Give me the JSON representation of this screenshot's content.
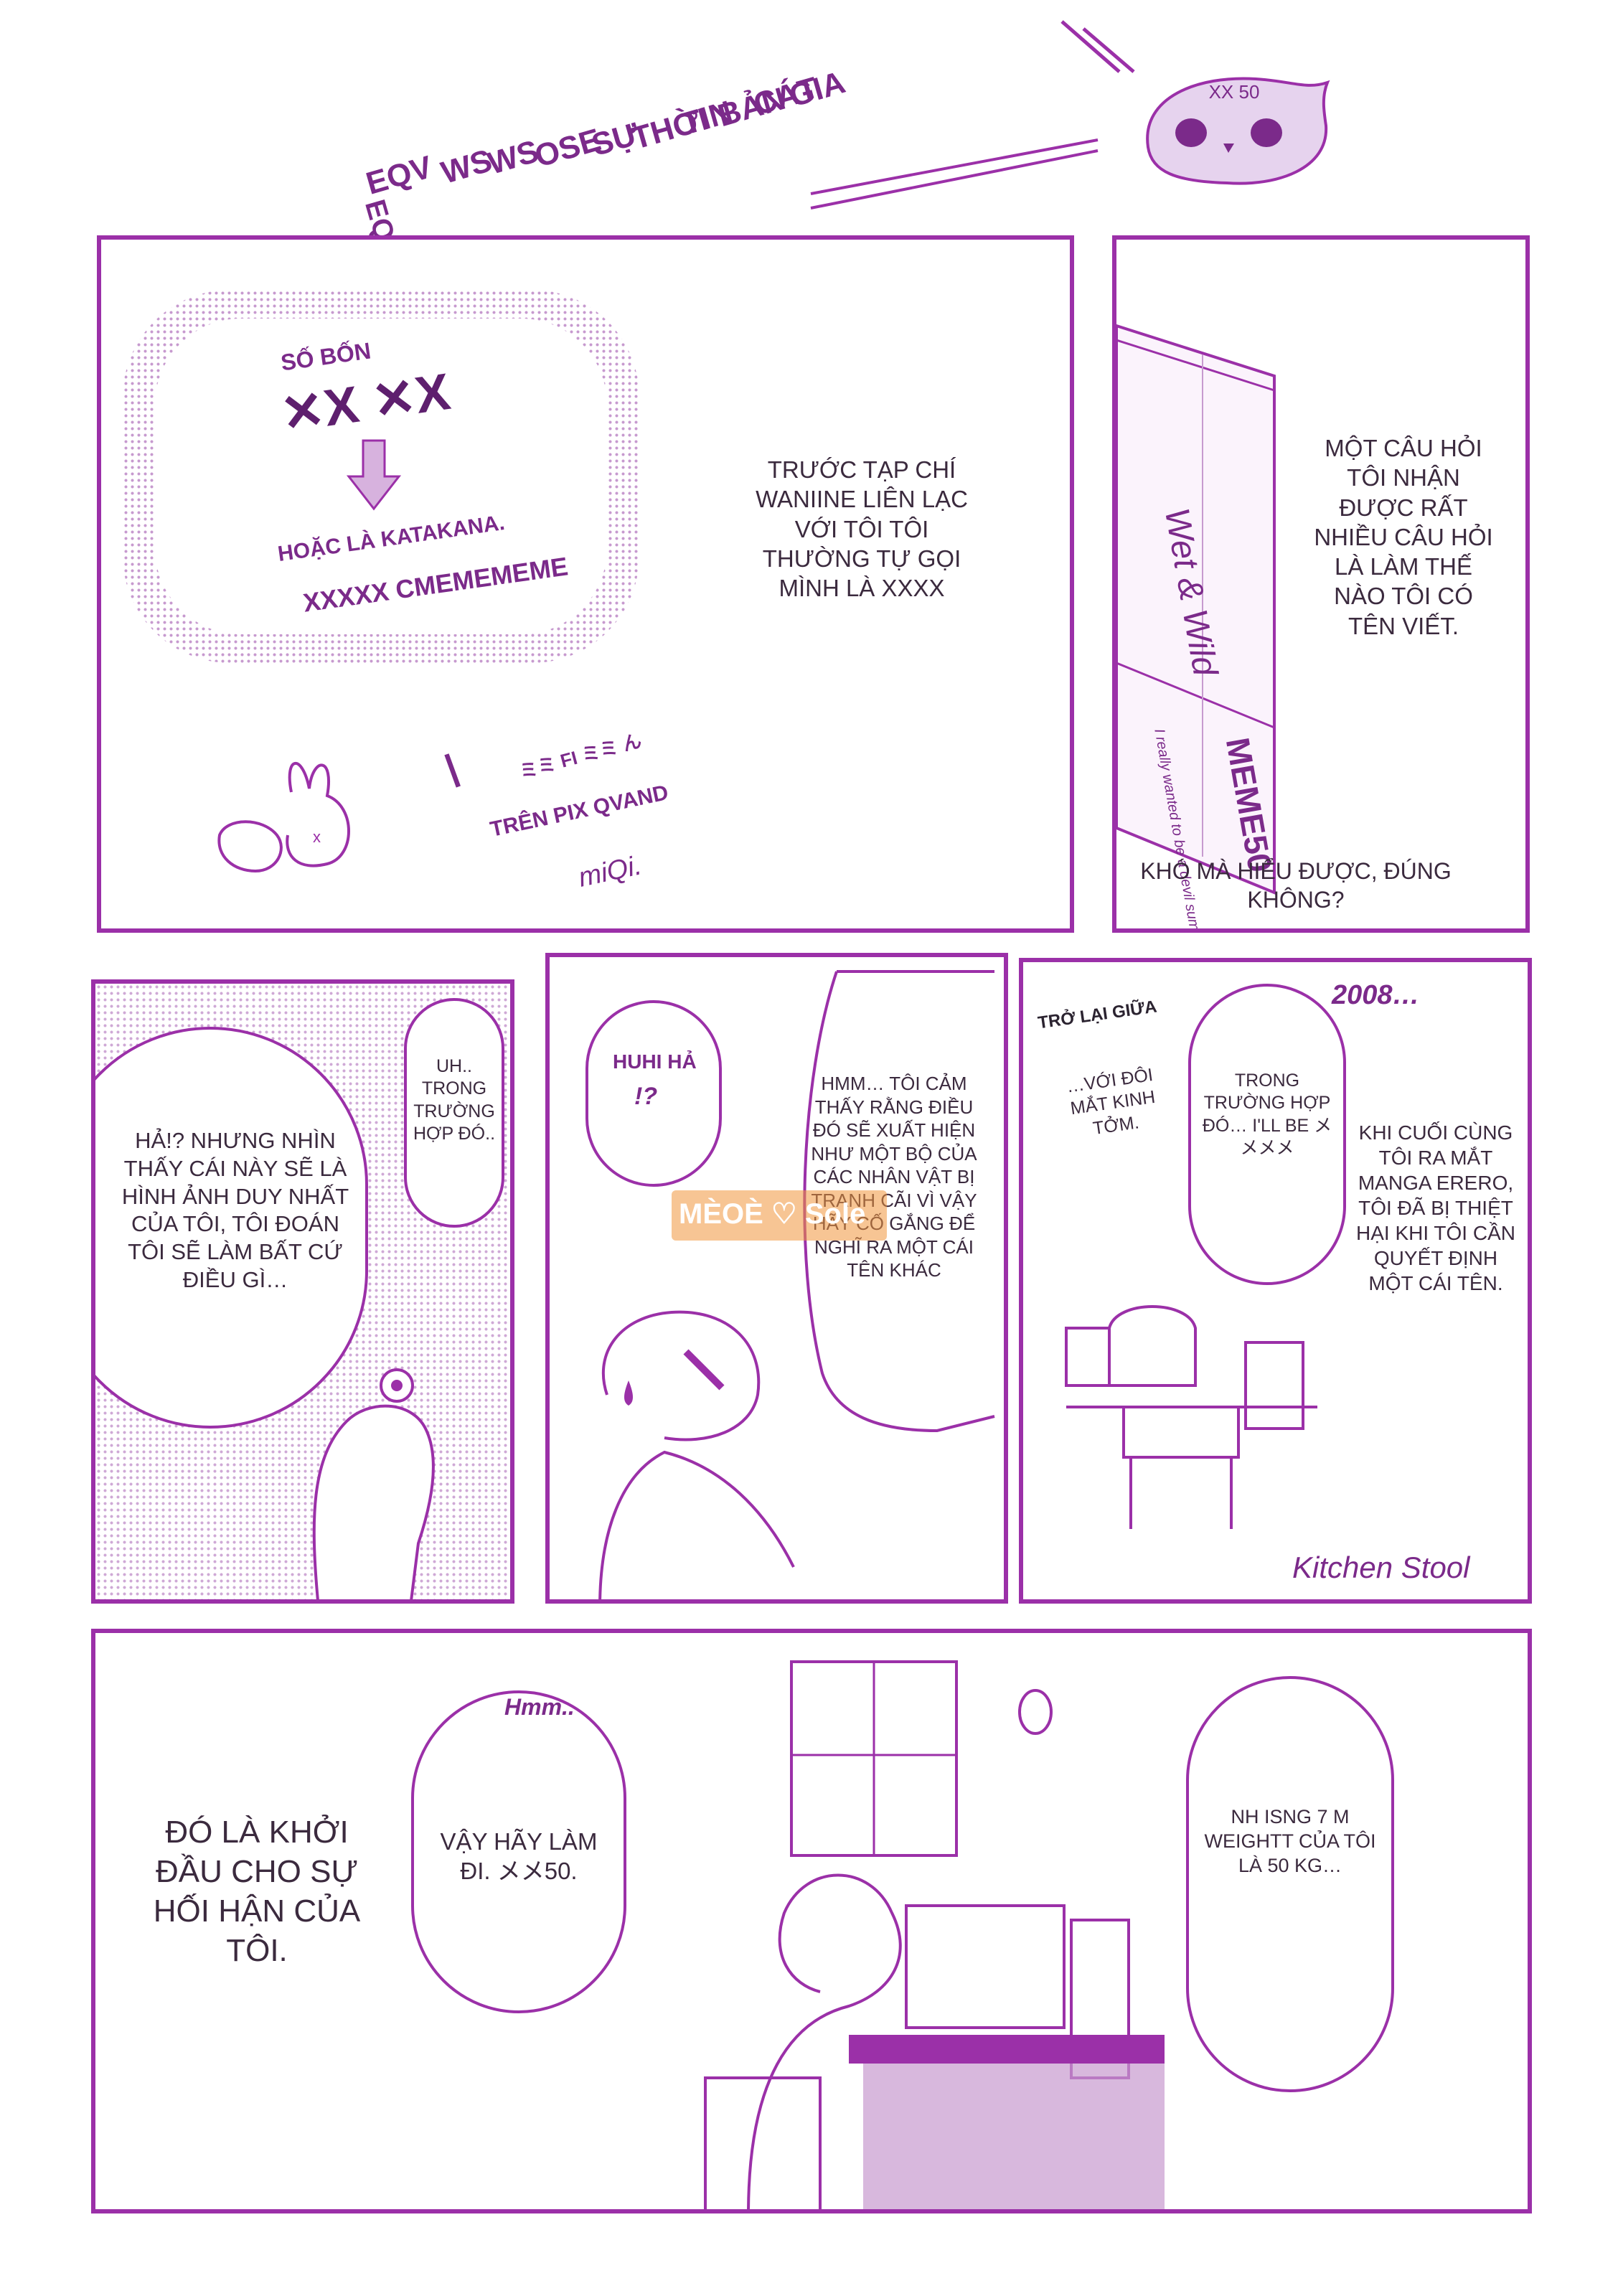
{
  "header": {
    "title_columns": [
      "GIA",
      "CÁT",
      "BẢN",
      "TIN",
      "THỜI",
      "SỰ",
      "OSE",
      "WS",
      "WS",
      "EQV"
    ],
    "mascot_label": "XX 50"
  },
  "panel1": {
    "cloud_line1": "SỐ BỐN",
    "cloud_line2": "✕X ✕X",
    "cloud_line3": "HOẶC LÀ KATAKANA.",
    "cloud_line4": "XXXXX CMEMEMEME",
    "narration": "TRƯỚC TẠP CHÍ WANIINE LIÊN LẠC VỚI TÔI TÔI THƯỜNG TỰ GỌI MÌNH LÀ XXXX",
    "letter_i": "I",
    "small_glyphs": "ミミ FI ミミ ん",
    "pixiv_text": "TRÊN PIX QVAND",
    "signature": "miQi."
  },
  "panel2": {
    "book_spine_title": "Wet & Wild",
    "book_spine_author": "MEME50",
    "book_spine_note": "I really wanted to be a devil summoner...",
    "narration": "MỘT CÂU HỎI TÔI NHẬN ĐƯỢC RẤT NHIỀU CÂU HỎI LÀ LÀM THẾ NÀO TÔI CÓ TÊN VIẾT.",
    "caption": "KHÓ MÀ HIỂU ĐƯỢC, ĐÚNG KHÔNG?"
  },
  "panel3": {
    "thought": "HẢ!? NHƯNG NHÌN THẤY CÁI NÀY SẼ LÀ HÌNH ẢNH DUY NHẤT CỦA TÔI, TÔI ĐOÁN TÔI SẼ LÀM BẤT CỨ ĐIỀU GÌ…",
    "small_bubble": "UH.. TRONG TRƯỜNG HỢP ĐÓ.."
  },
  "panel4": {
    "exclaim_line1": "HUHI HẢ",
    "exclaim_line2": "!?",
    "thought": "HMM… TÔI CẢM THẤY RẰNG ĐIỀU ĐÓ SẼ XUẤT HIỆN NHƯ MỘT BỘ CỦA CÁC NHÂN VẬT BỊ TRANH CÃI VÌ VẬY HÃY CỐ GẮNG ĐỂ NGHĨ RA MỘT CÁI TÊN KHÁC",
    "watermark": "MÈOÈ ♡ Sole"
  },
  "panel5": {
    "year": "2008…",
    "back_label": "TRỞ LẠI GIỮA",
    "eyes_text": "…VỚI ĐÔI MẮT KINH TỞM.",
    "thought": "TRONG TRƯỜNG HỢP ĐÓ… I'LL BE メメメメ",
    "narration": "KHI CUỐI CÙNG TÔI RA MẮT MANGA ERERO, TÔI ĐÃ BỊ THIỆT HẠI KHI TÔI CẦN QUYẾT ĐỊNH MỘT CÁI TÊN.",
    "stool_label": "Kitchen Stool"
  },
  "panel6": {
    "narration": "ĐÓ LÀ KHỞI ĐẦU CHO SỰ HỐI HẬN CỦA TÔI.",
    "hmm": "Hmm..",
    "bubble_left": "VẬY HÃY LÀM ĐI. メメ50.",
    "bubble_right": "NH ISNG 7 M WEIGHTT CỦA TÔI LÀ 50 KG…"
  },
  "colors": {
    "accent": "#9b30a8",
    "light_accent": "#c79acf",
    "ink": "#3b2a3e"
  }
}
